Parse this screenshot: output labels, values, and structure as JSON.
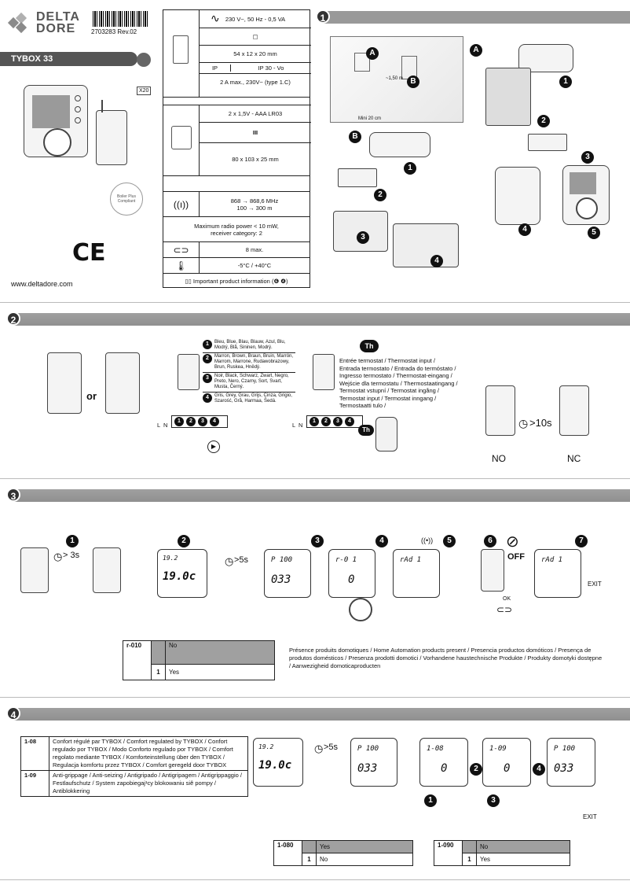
{
  "header": {
    "brand_line1": "DELTA",
    "brand_line2": "DORE",
    "barcode_text": "2703283 Rev.02",
    "product_name": "TYBOX 33",
    "website": "www.deltadore.com",
    "ce_mark": "CE",
    "pack_count": "X20",
    "badge_text": "Boiler Plus Compliant"
  },
  "specs": {
    "receiver_power": "230 V~, 50 Hz - 0,5 VA",
    "receiver_dims": "54 x 12 x 20 mm",
    "ip_label": "IP",
    "ip_value": "IP 30 - Vo",
    "relay": "2 A max., 230V~ (type 1.C)",
    "battery": "2 x 1,5V - AAA LR03",
    "class_icon": "III",
    "thermostat_dims": "80 x 103 x 25 mm",
    "radio_freq": "868 → 868,6 MHz",
    "radio_range": "100 → 300 m",
    "radio_power_line1": "Maximum radio power < 10 mW,",
    "radio_power_line2": "receiver category: 2",
    "max_devices": "8 max.",
    "temp_range": "-5°C / +40°C",
    "important_info": "Important product information",
    "important_nums": "❻ ❹"
  },
  "section1": {
    "number": "1",
    "label_a": "A",
    "label_b": "B",
    "height_label": "~1,50 m",
    "mini_label": "Mini 20 cm",
    "steps": [
      "1",
      "2",
      "3",
      "4",
      "5"
    ]
  },
  "section2": {
    "number": "2",
    "or_text": "or",
    "wires": [
      "Bleu, Blue, Blau, Blauw, Azul, Blu, Modrý, Blå, Sininen, Modrý.",
      "Marron, Brown, Braun, Bruin, Marrón, Marrom, Marrone, Rudawobrazowy, Brun, Ruskea, Hnědý.",
      "Noir, Black, Schwarz, Zwart, Negro, Preto, Nero, Czarny, Sort, Svart, Musta, Černý.",
      "Gris, Grey, Grau, Grijs, Cinza, Grigio, Szarość, Grå, Harmaa, Šedá."
    ],
    "terminal_L": "L",
    "terminal_N": "N",
    "th_badge": "Th",
    "th_desc": [
      "Entrée termostat / Thermostat input /",
      "Entrada termostato / Entrada do termóstato /",
      "Ingresso termostato / Thermostat-eingang /",
      "Wejście dla termostatu / Thermostaatingang /",
      "Termostat vstupní / Termostat ingång /",
      "Termostat input / Termostat inngang /",
      "Termostaatti tulo /"
    ],
    "hold_time": ">10s",
    "no_label": "NO",
    "nc_label": "NC"
  },
  "section3": {
    "number": "3",
    "hold_time": "> 3s",
    "hold_time2": ">5s",
    "lcd_p100": "P 100",
    "lcd_033": "033",
    "lcd_r01": "r-0 1",
    "lcd_rad": "rAd 1",
    "lcd_temp_small": "19.2",
    "lcd_temp_big": "19.0c",
    "lcd_zero": "0",
    "off_text": "OFF",
    "ok_text": "OK",
    "exit_text": "EXIT",
    "steps": [
      "1",
      "2",
      "3",
      "4",
      "5",
      "6",
      "7"
    ],
    "table_code": "r-010",
    "table_rows": [
      {
        "v": "",
        "t": "No"
      },
      {
        "v": "1",
        "t": "Yes"
      }
    ],
    "note": "Présence produits domotiques / Home Automation products present / Presencia productos domóticos / Presença de produtos domésticos / Presenza prodotti domotici / Vorhandene haustechnische Produkte / Produkty domotyki dostępne / Aanwezigheid domoticaproducten"
  },
  "section4": {
    "number": "4",
    "params": [
      {
        "code": "1-08",
        "desc": "Confort régulé par TYBOX / Comfort regulated by TYBOX / Confort regulado por TYBOX / Modo Conforto regulado por TYBOX / Comfort regolato mediante TYBOX / Komforteinstellung über den TYBOX / Regulacja komfortu przez TYBOX / Comfort geregeld door TYBOX"
      },
      {
        "code": "1-09",
        "desc": "Anti-grippage / Anti-seizing / Antigripado / Antigripagem / Antigrippaggio / Festlaufschutz / System zapobiegaj¹cy blokowaniu siê pompy / Antiblokkering"
      }
    ],
    "hold_time": ">5s",
    "lcd_p100": "P 100",
    "lcd_033": "033",
    "lcd_108": "1-08",
    "lcd_109": "1-09",
    "lcd_zero": "0",
    "lcd_temp_small": "19.2",
    "lcd_temp_big": "19.0c",
    "exit_text": "EXIT",
    "table1_code": "1-080",
    "table1_rows": [
      {
        "v": "",
        "t": "Yes"
      },
      {
        "v": "1",
        "t": "No"
      }
    ],
    "table2_code": "1-090",
    "table2_rows": [
      {
        "v": "",
        "t": "No"
      },
      {
        "v": "1",
        "t": "Yes"
      }
    ]
  }
}
